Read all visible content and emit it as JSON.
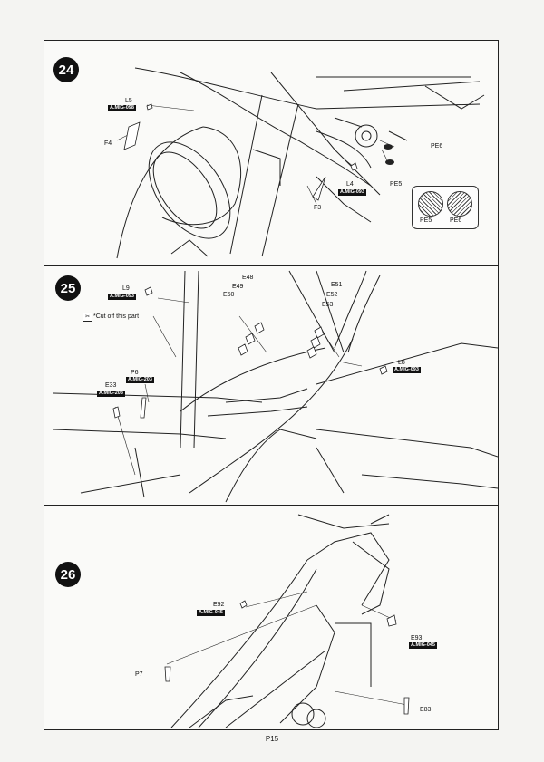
{
  "page": {
    "number": "P15"
  },
  "steps": [
    {
      "number": "24",
      "labels": {
        "L5": "L5",
        "F4": "F4",
        "F3": "F3",
        "L4": "L4",
        "PE6": "PE6",
        "PE5": "PE5"
      },
      "codes": {
        "L5": "A.MIG-098",
        "L4": "A.MIG-093"
      },
      "legend": {
        "a": "PE5",
        "b": "PE6"
      }
    },
    {
      "number": "25",
      "labels": {
        "L9": "L9",
        "E48": "E48",
        "E49": "E49",
        "E50": "E50",
        "E51": "E51",
        "E52": "E52",
        "E53": "E53",
        "L8": "L8",
        "P6": "P6",
        "E33": "E33"
      },
      "codes": {
        "L9": "A.MIG-093",
        "L8": "A.MIG-093",
        "P6": "A.MIG-203",
        "E33": "A.MIG-203"
      },
      "note": "*Cut off this part"
    },
    {
      "number": "26",
      "labels": {
        "E92": "E92",
        "E93": "E93",
        "P7": "P7",
        "E83": "E83"
      },
      "codes": {
        "E92": "A.MIG-045",
        "E93": "A.MIG-045"
      }
    }
  ]
}
